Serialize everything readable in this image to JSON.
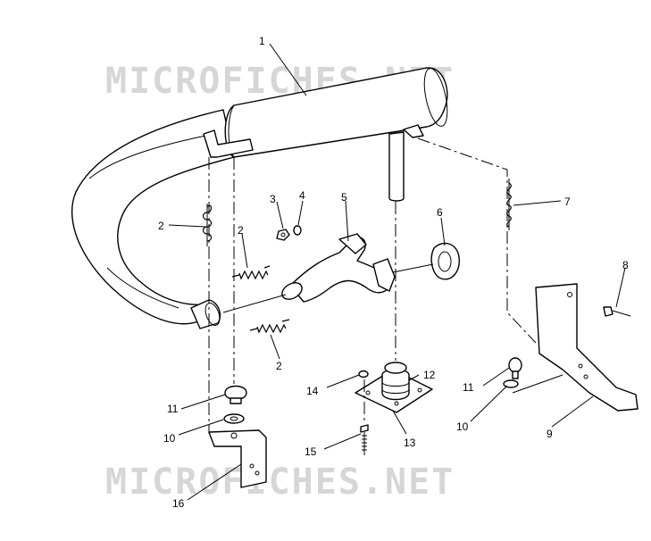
{
  "watermark": {
    "text": "MICROFICHES.NET"
  },
  "callouts": [
    {
      "id": "c1",
      "label": "1"
    },
    {
      "id": "c2a",
      "label": "2"
    },
    {
      "id": "c2b",
      "label": "2"
    },
    {
      "id": "c2c",
      "label": "2"
    },
    {
      "id": "c3",
      "label": "3"
    },
    {
      "id": "c4",
      "label": "4"
    },
    {
      "id": "c5",
      "label": "5"
    },
    {
      "id": "c6",
      "label": "6"
    },
    {
      "id": "c7",
      "label": "7"
    },
    {
      "id": "c8",
      "label": "8"
    },
    {
      "id": "c9",
      "label": "9"
    },
    {
      "id": "c10a",
      "label": "10"
    },
    {
      "id": "c10b",
      "label": "10"
    },
    {
      "id": "c11a",
      "label": "11"
    },
    {
      "id": "c11b",
      "label": "11"
    },
    {
      "id": "c12",
      "label": "12"
    },
    {
      "id": "c13",
      "label": "13"
    },
    {
      "id": "c14",
      "label": "14"
    },
    {
      "id": "c15",
      "label": "15"
    },
    {
      "id": "c16",
      "label": "16"
    }
  ]
}
